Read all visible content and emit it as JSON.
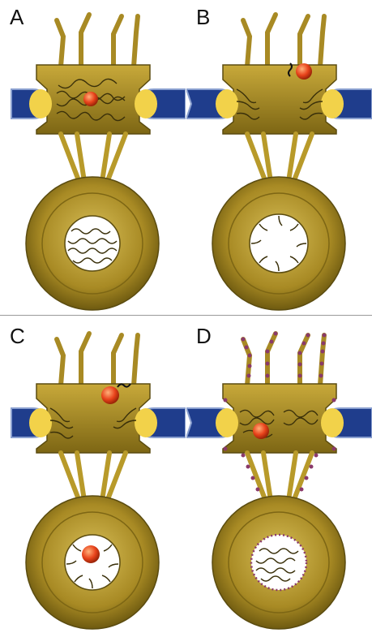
{
  "panels": [
    {
      "id": "a",
      "label": "A"
    },
    {
      "id": "b",
      "label": "B"
    },
    {
      "id": "c",
      "label": "C"
    },
    {
      "id": "d",
      "label": "D"
    }
  ],
  "colors": {
    "membrane": "#1f3d8c",
    "pore_gold": "#b89a2a",
    "pore_gold_dark": "#7d6614",
    "pore_gold_light": "#d8bf58",
    "ring_yellow": "#f2d24a",
    "cargo": "#e8431b",
    "filament": "#5b4c10",
    "bead": "#8a3a6a"
  }
}
